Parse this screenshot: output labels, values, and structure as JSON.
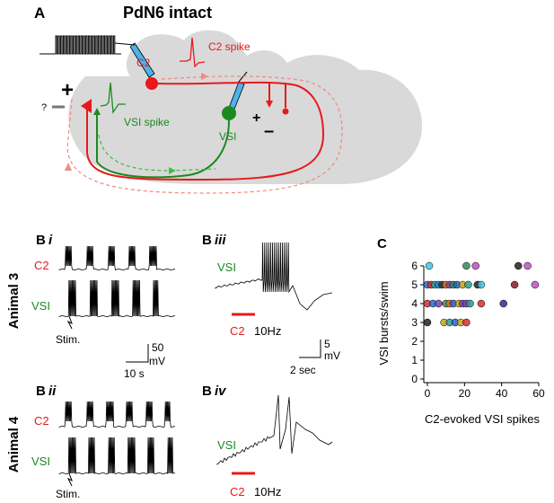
{
  "panelA": {
    "letter": "A",
    "title": "PdN6 intact",
    "c2_label": "C2",
    "c2_spike_label": "C2 spike",
    "vsi_spike_label": "VSI spike",
    "vsi_label": "VSI",
    "question": "?",
    "plus": "+",
    "minus": "–",
    "colors": {
      "c2": "#e8191c",
      "vsi": "#1a8a1f",
      "ganglion": "#d9d9d9",
      "electrode": "#4fb3e8"
    }
  },
  "panelB": {
    "letter": "B",
    "sub_i": "i",
    "sub_ii": "ii",
    "sub_iii": "iii",
    "sub_iv": "iv",
    "animal3": "Animal 3",
    "animal4": "Animal 4",
    "c2": "C2",
    "vsi": "VSI",
    "stim": "Stim.",
    "scale_mv_i": "50",
    "scale_mv_unit": "mV",
    "scale_time_i": "10 s",
    "scale_mv_iii": "5",
    "scale_time_iii": "2 sec",
    "hz": "10Hz"
  },
  "panelC": {
    "letter": "C",
    "chart_data": {
      "type": "scatter",
      "xlabel": "C2-evoked VSI spikes",
      "ylabel": "VSI bursts/swim",
      "xlim": [
        0,
        60
      ],
      "ylim": [
        0,
        6
      ],
      "xticks": [
        0,
        20,
        40,
        60
      ],
      "yticks": [
        0,
        1,
        2,
        3,
        4,
        5,
        6
      ],
      "points": [
        {
          "x": 1,
          "y": 6,
          "color": "#3fc6e0"
        },
        {
          "x": 21,
          "y": 6,
          "color": "#2e8b57"
        },
        {
          "x": 26,
          "y": 6,
          "color": "#c050c0"
        },
        {
          "x": 49,
          "y": 6,
          "color": "#222222"
        },
        {
          "x": 54,
          "y": 6,
          "color": "#c050c0"
        },
        {
          "x": 0,
          "y": 5,
          "color": "#1f6fd0"
        },
        {
          "x": 2,
          "y": 5,
          "color": "#d03030"
        },
        {
          "x": 4,
          "y": 5,
          "color": "#2a9d8f"
        },
        {
          "x": 6,
          "y": 5,
          "color": "#2a7fd0"
        },
        {
          "x": 8,
          "y": 5,
          "color": "#333333"
        },
        {
          "x": 10,
          "y": 5,
          "color": "#e07020"
        },
        {
          "x": 12,
          "y": 5,
          "color": "#7b3fb0"
        },
        {
          "x": 14,
          "y": 5,
          "color": "#2e8b57"
        },
        {
          "x": 16,
          "y": 5,
          "color": "#3060c0"
        },
        {
          "x": 19,
          "y": 5,
          "color": "#c8a020"
        },
        {
          "x": 22,
          "y": 5,
          "color": "#2a9d8f"
        },
        {
          "x": 27,
          "y": 5,
          "color": "#222222"
        },
        {
          "x": 29,
          "y": 5,
          "color": "#3fc6e0"
        },
        {
          "x": 47,
          "y": 5,
          "color": "#8b1a1a"
        },
        {
          "x": 58,
          "y": 5,
          "color": "#c050c0"
        },
        {
          "x": 0,
          "y": 4,
          "color": "#d03030"
        },
        {
          "x": 3,
          "y": 4,
          "color": "#1f6fd0"
        },
        {
          "x": 6,
          "y": 4,
          "color": "#7b3fb0"
        },
        {
          "x": 10,
          "y": 4,
          "color": "#2e8b57"
        },
        {
          "x": 12,
          "y": 4,
          "color": "#e07020"
        },
        {
          "x": 14,
          "y": 4,
          "color": "#3060c0"
        },
        {
          "x": 17,
          "y": 4,
          "color": "#c8a020"
        },
        {
          "x": 19,
          "y": 4,
          "color": "#7b3fb0"
        },
        {
          "x": 21,
          "y": 4,
          "color": "#7b3fb0"
        },
        {
          "x": 23,
          "y": 4,
          "color": "#2a9d8f"
        },
        {
          "x": 29,
          "y": 4,
          "color": "#d03030"
        },
        {
          "x": 41,
          "y": 4,
          "color": "#3a2a8a"
        },
        {
          "x": 0,
          "y": 3,
          "color": "#222222"
        },
        {
          "x": 9,
          "y": 3,
          "color": "#c8a020"
        },
        {
          "x": 12,
          "y": 3,
          "color": "#2a9d8f"
        },
        {
          "x": 15,
          "y": 3,
          "color": "#3060c0"
        },
        {
          "x": 18,
          "y": 3,
          "color": "#c8a020"
        },
        {
          "x": 21,
          "y": 3,
          "color": "#d03030"
        }
      ]
    }
  }
}
